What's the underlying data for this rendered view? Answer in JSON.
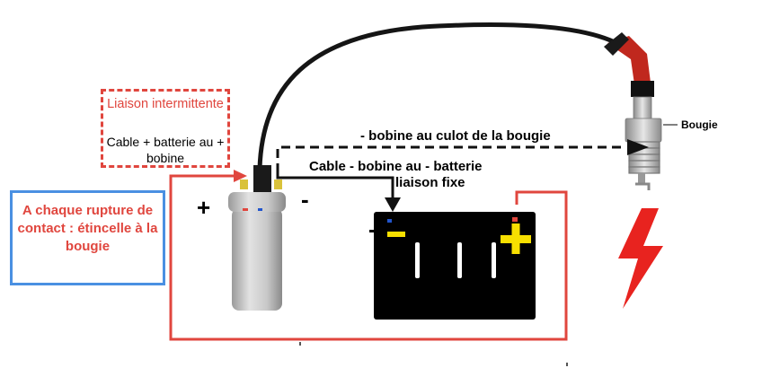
{
  "notes": {
    "liaison_title": "Liaison intermittente",
    "liaison_body": "Cable + batterie au + bobine",
    "rupture": "A chaque rupture de contact : étincelle à la bougie"
  },
  "labels": {
    "bougie": "Bougie",
    "culot": "- bobine au culot de la bougie",
    "cable": "Cable  - bobine au - batterie",
    "fixe": "liaison fixe",
    "plus": "+",
    "minus": "-"
  },
  "colors": {
    "red_wire": "#e0463e",
    "blue_box": "#4a90e2",
    "battery": "#000000",
    "terminal_yellow": "#f7df00",
    "spark": "#e8231f",
    "boot": "#c0281e"
  },
  "icons": [
    "coil-icon",
    "battery-icon",
    "spark-plug-icon",
    "spark-icon"
  ]
}
